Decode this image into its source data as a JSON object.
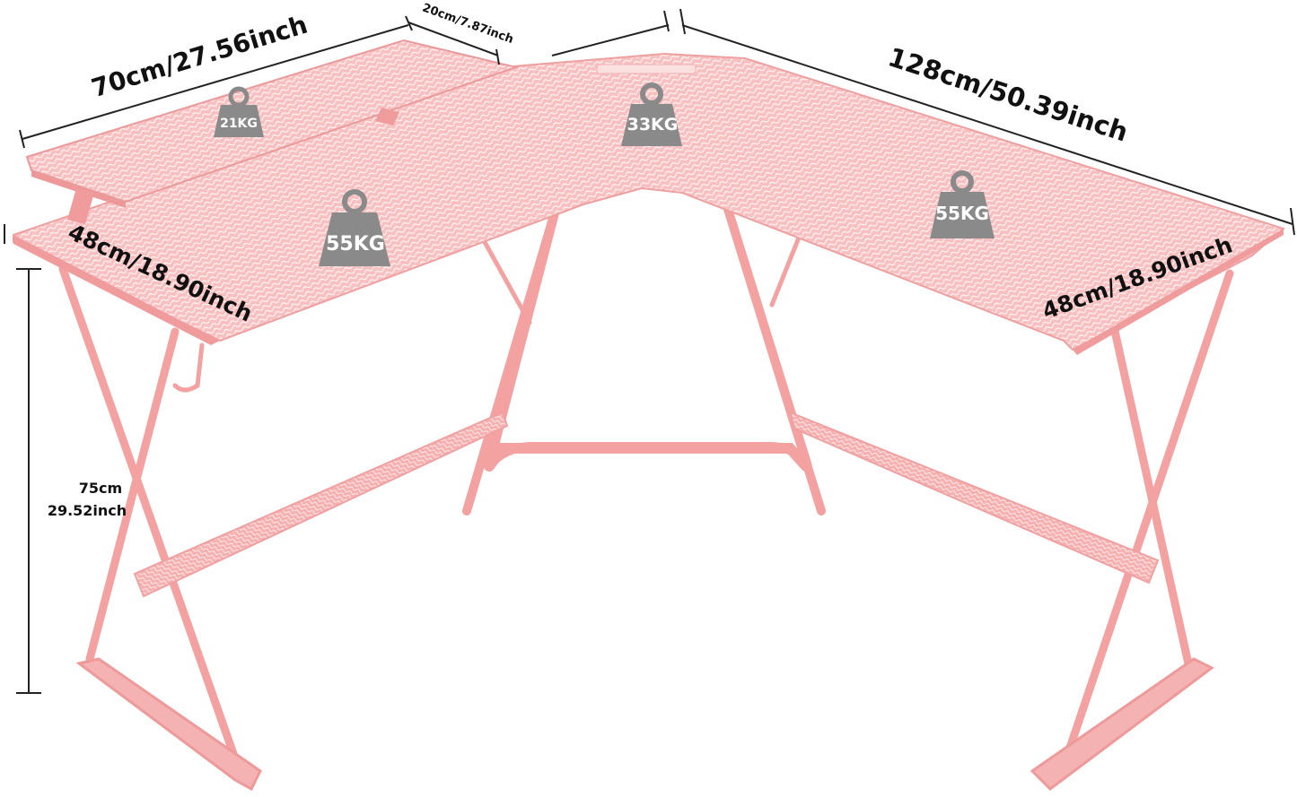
{
  "dimensions": {
    "top_left_width": "70cm/27.56inch",
    "shelf_depth": "20cm/7.87inch",
    "top_right_width": "128cm/50.39inch",
    "left_depth": "48cm/18.90inch",
    "right_depth": "48cm/18.90inch",
    "height_cm": "75cm",
    "height_inch": "29.52inch"
  },
  "loads": {
    "monitor_shelf": "21KG",
    "corner": "33KG",
    "left_wing": "55KG",
    "right_wing": "55KG"
  },
  "colors": {
    "frame": "#f4a3a3",
    "frame_dark": "#e88f8f",
    "top": "#f6b3b3",
    "weight": "#8a8a8a",
    "text": "#111111"
  }
}
